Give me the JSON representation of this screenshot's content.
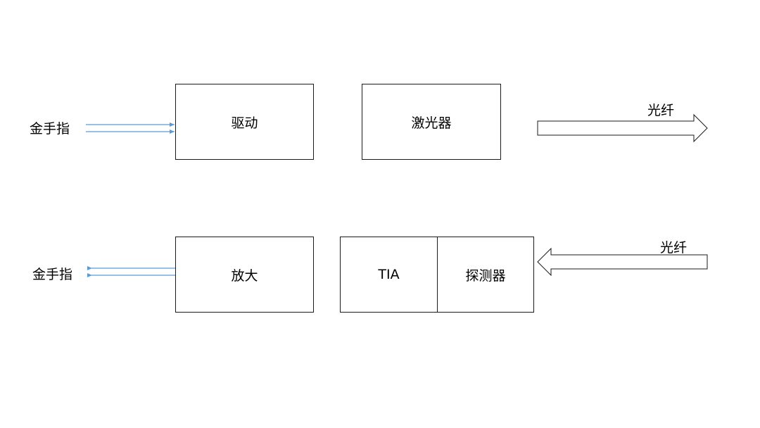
{
  "transmit": {
    "input_label": "金手指",
    "driver_label": "驱动",
    "laser_label": "激光器",
    "fiber_label": "光纤"
  },
  "receive": {
    "output_label": "金手指",
    "amplifier_label": "放大",
    "tia_label": "TIA",
    "detector_label": "探测器",
    "fiber_label": "光纤"
  },
  "colors": {
    "signal_line": "#5b9bd5",
    "outline": "#1a1a1a",
    "background": "#ffffff"
  }
}
